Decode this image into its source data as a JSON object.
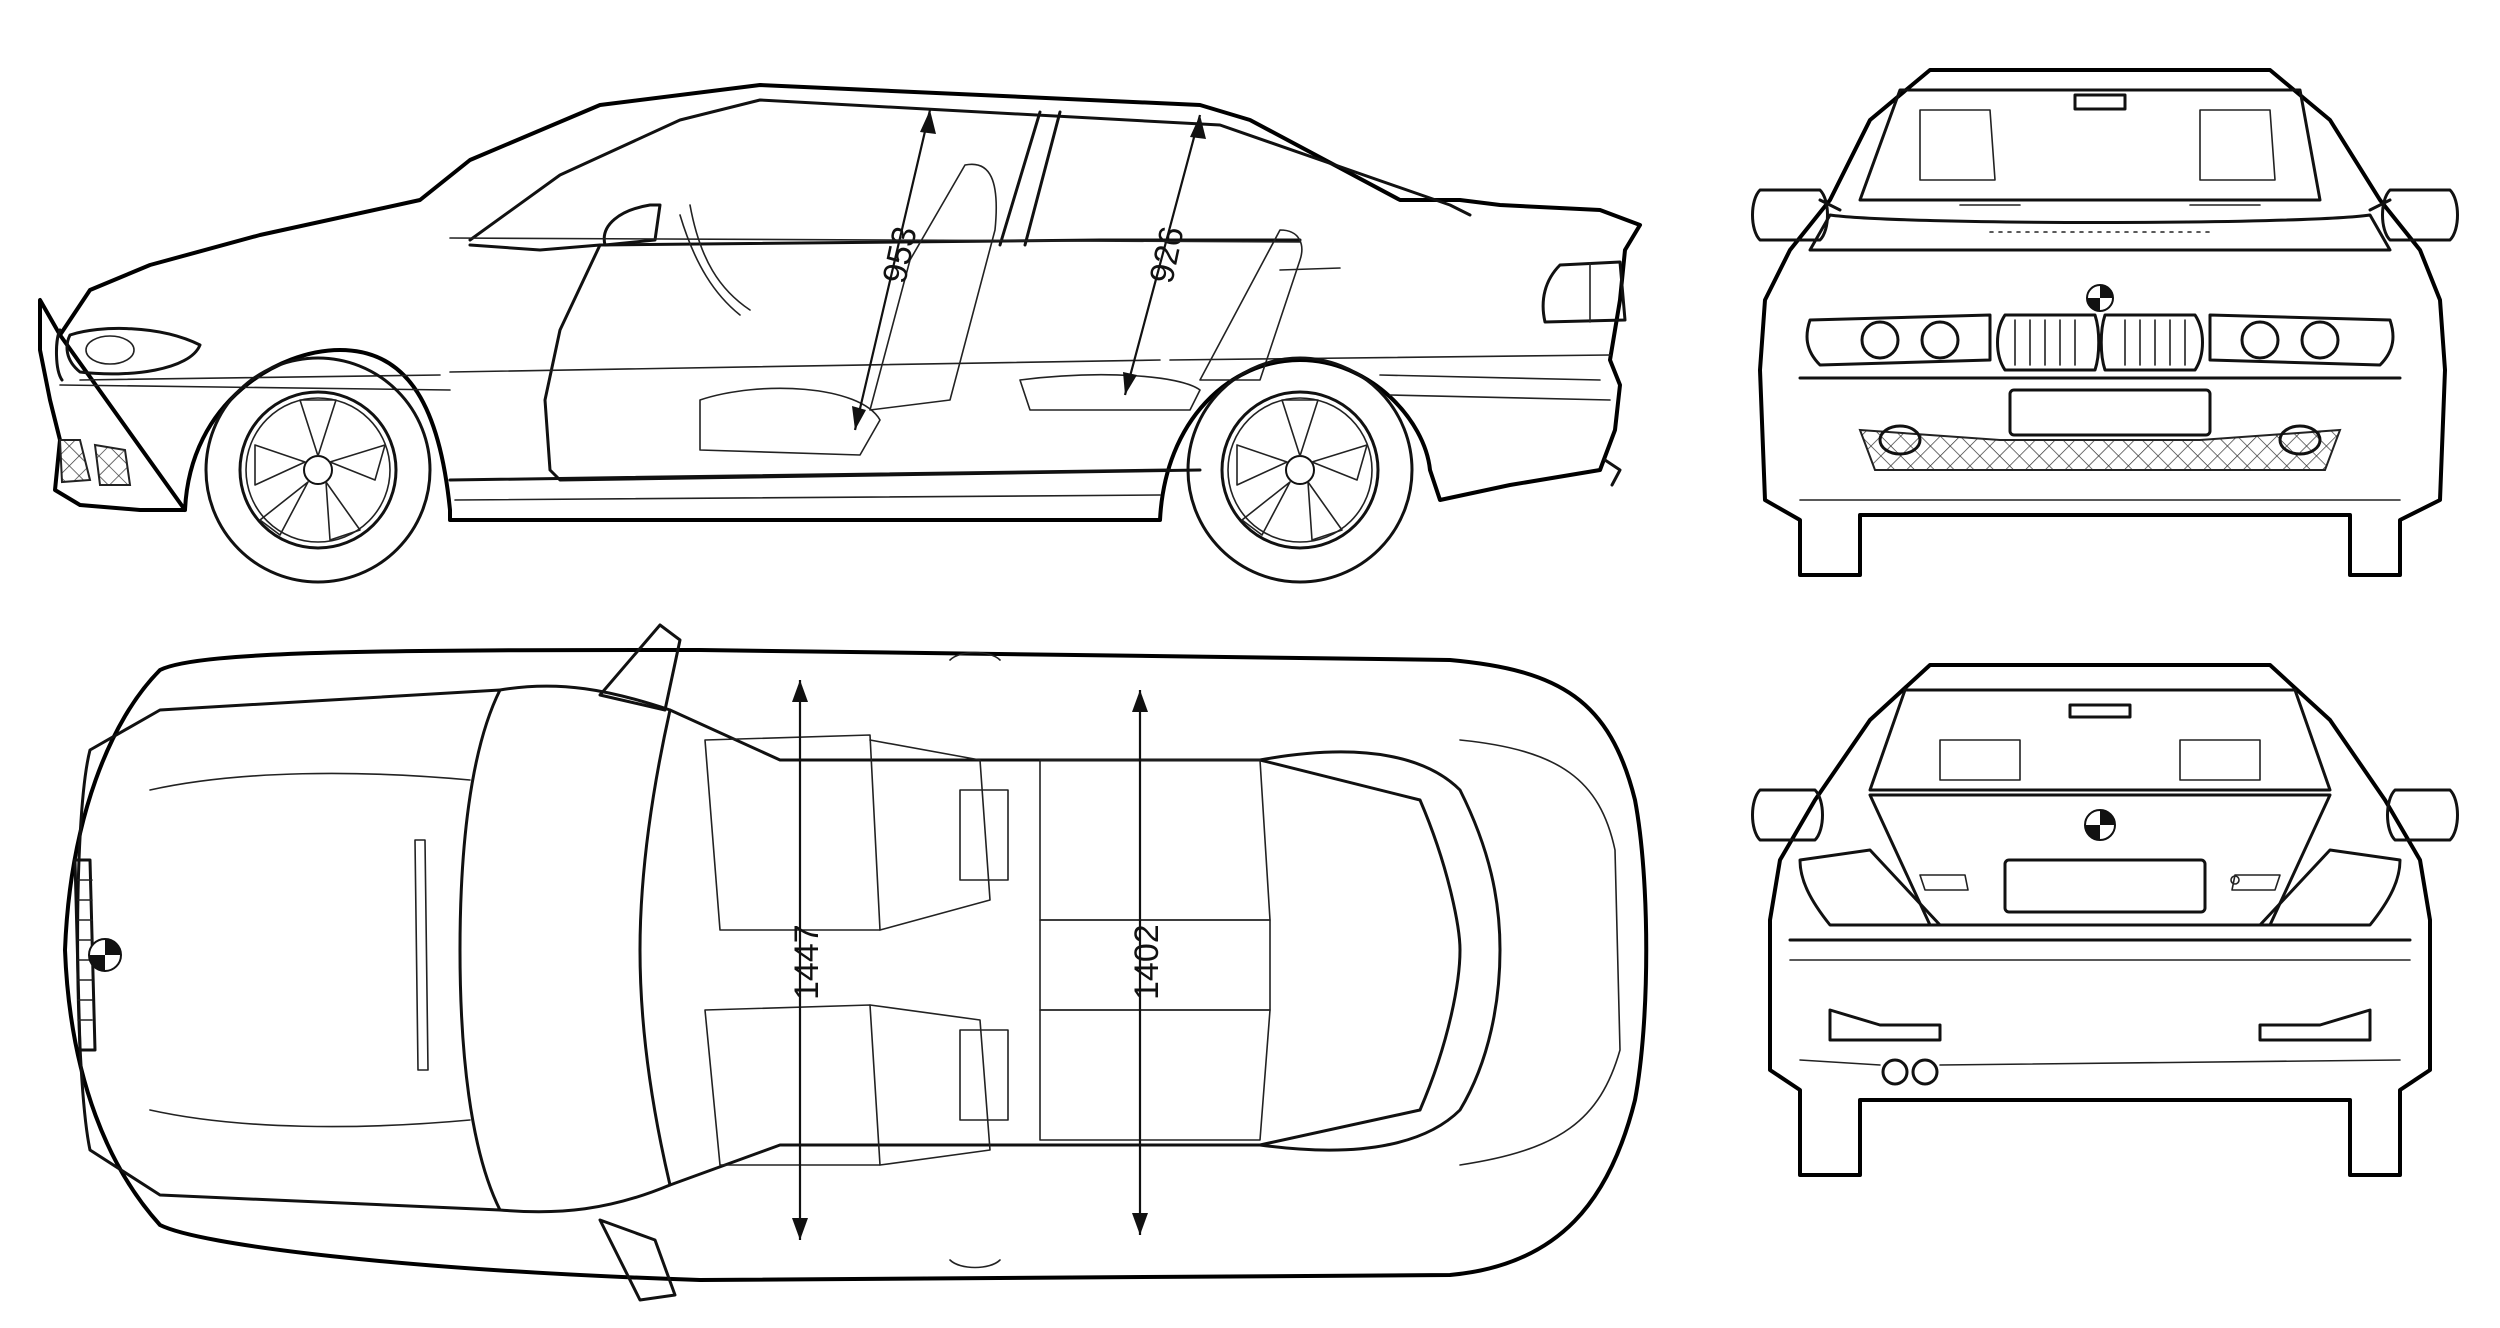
{
  "blueprint": {
    "views": [
      {
        "id": "side",
        "name": "side-view"
      },
      {
        "id": "top",
        "name": "top-view"
      },
      {
        "id": "front",
        "name": "front-view"
      },
      {
        "id": "rear",
        "name": "rear-view"
      }
    ],
    "dimensions": {
      "side_front_headroom": "953",
      "side_rear_headroom": "926",
      "top_front_width": "1447",
      "top_rear_width": "1402"
    }
  }
}
